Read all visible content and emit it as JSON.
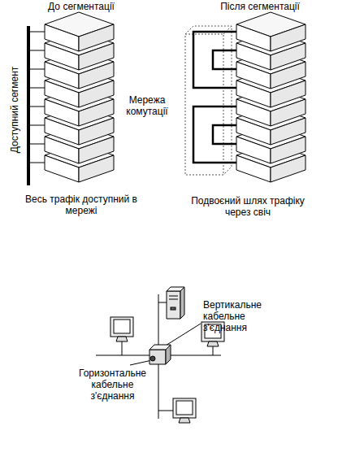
{
  "diagram": {
    "labels": [
      "До сегментації",
      "Після сегментації",
      "Доступний сегмент",
      "Мережа комутації",
      "Весь трафік доступний в мережі",
      "Подвоєний шлях трафіку через свіч",
      "Вертикальне кабельне з'єднання",
      "Горизонтальне кабельне з'єднання"
    ]
  }
}
